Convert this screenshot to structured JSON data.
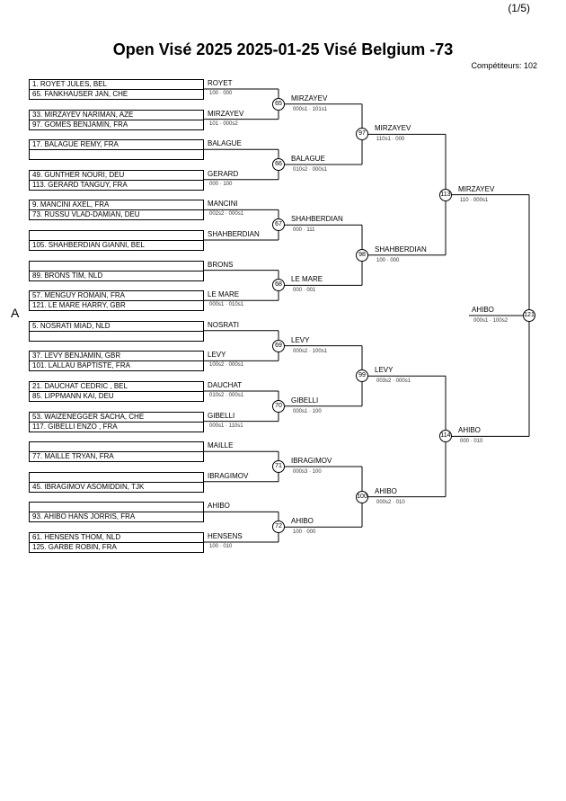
{
  "page": "(1/5)",
  "title": "Open Visé 2025  2025-01-25  Visé Belgium   -73",
  "competitors": "Compétiteurs: 102",
  "pool": "A",
  "entries": [
    "1. ROYET JULES, BEL",
    "65. FANKHAUSER JAN, CHE",
    "33. MIRZAYEV NARIMAN, AZE",
    "97. GOMES BENJAMIN, FRA",
    "17. BALAGUE REMY, FRA",
    "",
    "49. GUNTHER NOURI, DEU",
    "113. GERARD TANGUY, FRA",
    "9. MANCINI AXEL, FRA",
    "73. RUSSU VLAD-DAMIAN, DEU",
    "",
    "105. SHAHBERDIAN GIANNI, BEL",
    "",
    "89. BRONS TIM, NLD",
    "57. MENGUY ROMAIN, FRA",
    "121. LE MARE HARRY, GBR",
    "5. NOSRATI MIAD, NLD",
    "",
    "37. LEVY BENJAMIN, GBR",
    "101. LALLAU BAPTISTE, FRA",
    "21. DAUCHAT CEDRIC , BEL",
    "85. LIPPMANN KAI, DEU",
    "53. WAIZENEGGER SACHA, CHE",
    "117. GIBELLI ENZO , FRA",
    "",
    "77. MAILLE TRYAN, FRA",
    "",
    "45. IBRAGIMOV ASOMIDDIN, TJK",
    "",
    "93. AHIBO HANS JORRIS, FRA",
    "61. HENSENS THOM, NLD",
    "125. GARBE ROBIN, FRA"
  ],
  "round1": [
    {
      "winner": "ROYET",
      "score": "100 · 000"
    },
    {
      "winner": "MIRZAYEV",
      "score": "101 · 000s2"
    },
    {
      "winner": "BALAGUE",
      "score": ""
    },
    {
      "winner": "GERARD",
      "score": "000 · 100"
    },
    {
      "winner": "MANCINI",
      "score": "002s2 · 000s1"
    },
    {
      "winner": "SHAHBERDIAN",
      "score": ""
    },
    {
      "winner": "BRONS",
      "score": ""
    },
    {
      "winner": "LE MARE",
      "score": "000s1 · 010s1"
    },
    {
      "winner": "NOSRATI",
      "score": ""
    },
    {
      "winner": "LEVY",
      "score": "100s2 · 000s1"
    },
    {
      "winner": "DAUCHAT",
      "score": "010s2 · 000s1"
    },
    {
      "winner": "GIBELLI",
      "score": "000s1 · 110s1"
    },
    {
      "winner": "MAILLE",
      "score": ""
    },
    {
      "winner": "IBRAGIMOV",
      "score": ""
    },
    {
      "winner": "AHIBO",
      "score": ""
    },
    {
      "winner": "HENSENS",
      "score": "100 · 010"
    }
  ],
  "round2": [
    {
      "num": "65",
      "winner": "MIRZAYEV",
      "score": "000s1 · 101s1"
    },
    {
      "num": "66",
      "winner": "BALAGUE",
      "score": "010s2 · 000s1"
    },
    {
      "num": "67",
      "winner": "SHAHBERDIAN",
      "score": "000 · 111"
    },
    {
      "num": "68",
      "winner": "LE MARE",
      "score": "000 · 001"
    },
    {
      "num": "69",
      "winner": "LEVY",
      "score": "000s2 · 100s1"
    },
    {
      "num": "70",
      "winner": "GIBELLI",
      "score": "000s1 · 100"
    },
    {
      "num": "71",
      "winner": "IBRAGIMOV",
      "score": "000s3 · 100"
    },
    {
      "num": "72",
      "winner": "AHIBO",
      "score": "100 · 000"
    }
  ],
  "round3": [
    {
      "num": "97",
      "winner": "MIRZAYEV",
      "score": "110s1 · 000"
    },
    {
      "num": "98",
      "winner": "SHAHBERDIAN",
      "score": "100 · 000"
    },
    {
      "num": "99",
      "winner": "LEVY",
      "score": "003s2 · 000s1"
    },
    {
      "num": "100",
      "winner": "AHIBO",
      "score": "000s2 · 010"
    }
  ],
  "round4": [
    {
      "num": "113",
      "winner": "MIRZAYEV",
      "score": "110 · 000s1"
    },
    {
      "num": "114",
      "winner": "AHIBO",
      "score": "000 · 010"
    }
  ],
  "final": {
    "num": "121",
    "winner": "AHIBO",
    "score": "000s1 · 100s2"
  }
}
